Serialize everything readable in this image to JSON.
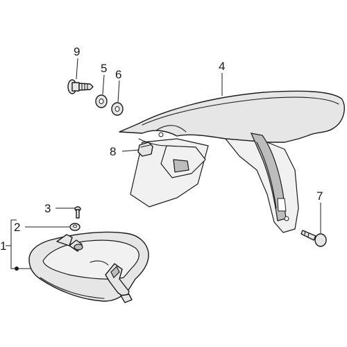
{
  "callouts": {
    "c1": "1",
    "c2": "2",
    "c3": "3",
    "c4": "4",
    "c5": "5",
    "c6": "6",
    "c7": "7",
    "c8": "8",
    "c9": "9"
  },
  "colors": {
    "line": "#1a1a1a",
    "part_fill": "#e6e6e6",
    "background": "#ffffff"
  }
}
